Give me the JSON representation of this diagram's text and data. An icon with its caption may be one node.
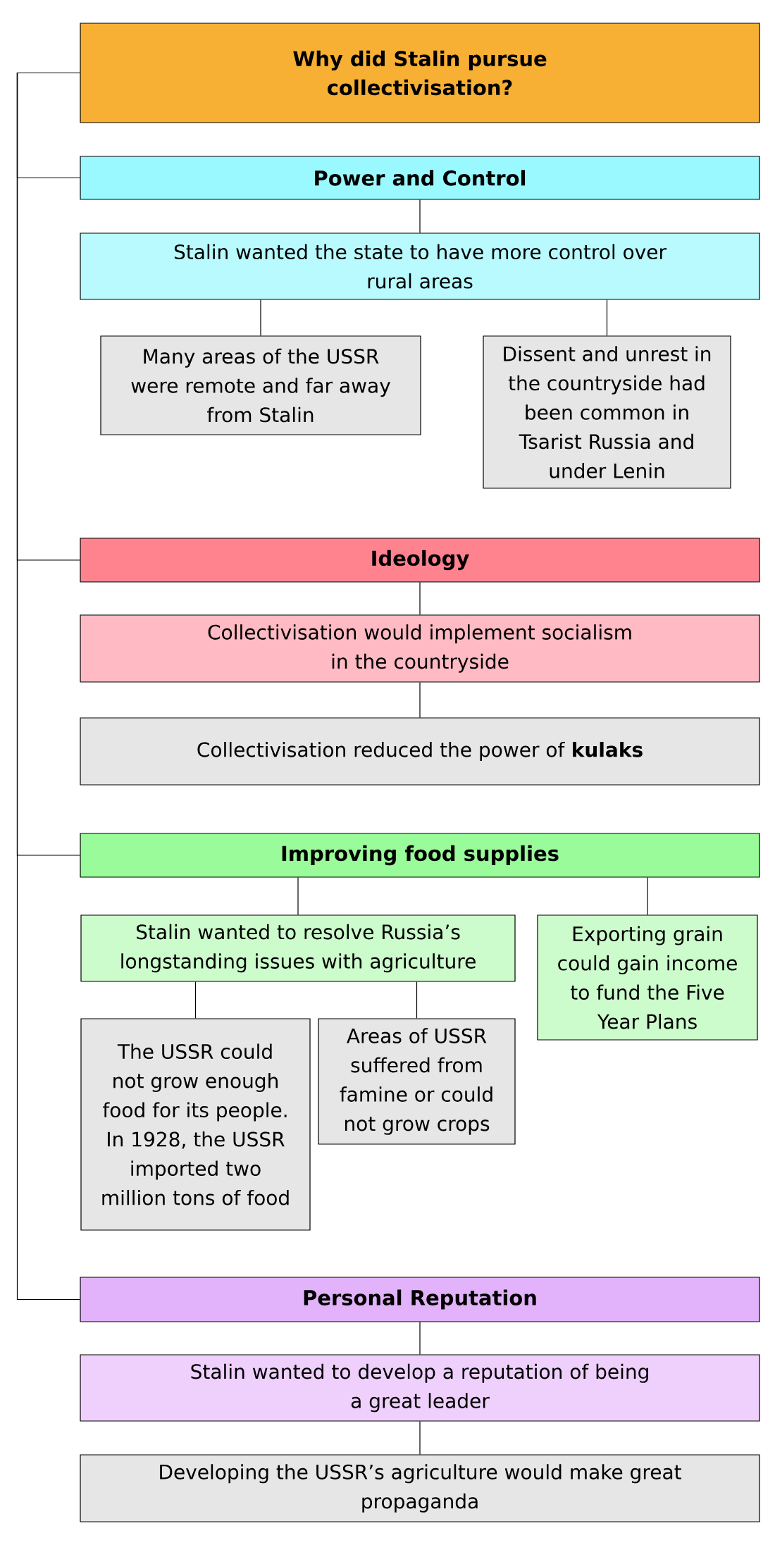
{
  "diagram": {
    "nodes": [
      {
        "text": [
          "Why did Stalin pursue collectivisation?"
        ]
      },
      {
        "text": [
          "Power and Control"
        ]
      },
      {
        "text": [
          "Stalin wanted the state to have more control over rural areas"
        ]
      },
      {
        "text": [
          "Many areas of the USSR were remote and far away from Stalin"
        ]
      },
      {
        "text": [
          "Dissent and unrest in the countryside had been common in Tsarist Russia and under Lenin"
        ]
      },
      {
        "text": [
          "Ideology"
        ]
      },
      {
        "text": [
          "Collectivisation would implement socialism in the countryside"
        ]
      },
      {
        "text": [
          "Collectivisation reduced the power of **kulaks**"
        ]
      },
      {
        "text": [
          "Improving food supplies"
        ]
      },
      {
        "text": [
          "Stalin wanted to resolve Russia’s longstanding issues with agriculture"
        ]
      },
      {
        "text": [
          "Exporting grain could gain income to fund the Five Year Plans"
        ]
      },
      {
        "text": [
          "The USSR could not grow enough food for its people. In 1928, the USSR imported two million tons of food"
        ]
      },
      {
        "text": [
          "Areas of USSR suffered from famine or could not grow crops"
        ]
      },
      {
        "text": [
          "Personal Reputation"
        ]
      },
      {
        "text": [
          "Stalin wanted to develop a reputation of being a great leader"
        ]
      },
      {
        "text": [
          "Developing the USSR’s agriculture would make great propaganda"
        ]
      }
    ],
    "edges": [
      {
        "from": 0,
        "to": 1,
        "arrow": "none"
      },
      {
        "from": 0,
        "to": 5,
        "arrow": "none"
      },
      {
        "from": 0,
        "to": 8,
        "arrow": "none"
      },
      {
        "from": 0,
        "to": 13,
        "arrow": "none"
      },
      {
        "from": 1,
        "to": 2,
        "arrow": "none"
      },
      {
        "from": 2,
        "to": 3,
        "arrow": "none"
      },
      {
        "from": 2,
        "to": 4,
        "arrow": "none"
      },
      {
        "from": 5,
        "to": 6,
        "arrow": "none"
      },
      {
        "from": 6,
        "to": 7,
        "arrow": "none"
      },
      {
        "from": 8,
        "to": 9,
        "arrow": "none"
      },
      {
        "from": 8,
        "to": 10,
        "arrow": "none"
      },
      {
        "from": 9,
        "to": 11,
        "arrow": "none"
      },
      {
        "from": 9,
        "to": 12,
        "arrow": "none"
      },
      {
        "from": 13,
        "to": 14,
        "arrow": "none"
      },
      {
        "from": 14,
        "to": 15,
        "arrow": "none"
      }
    ]
  }
}
